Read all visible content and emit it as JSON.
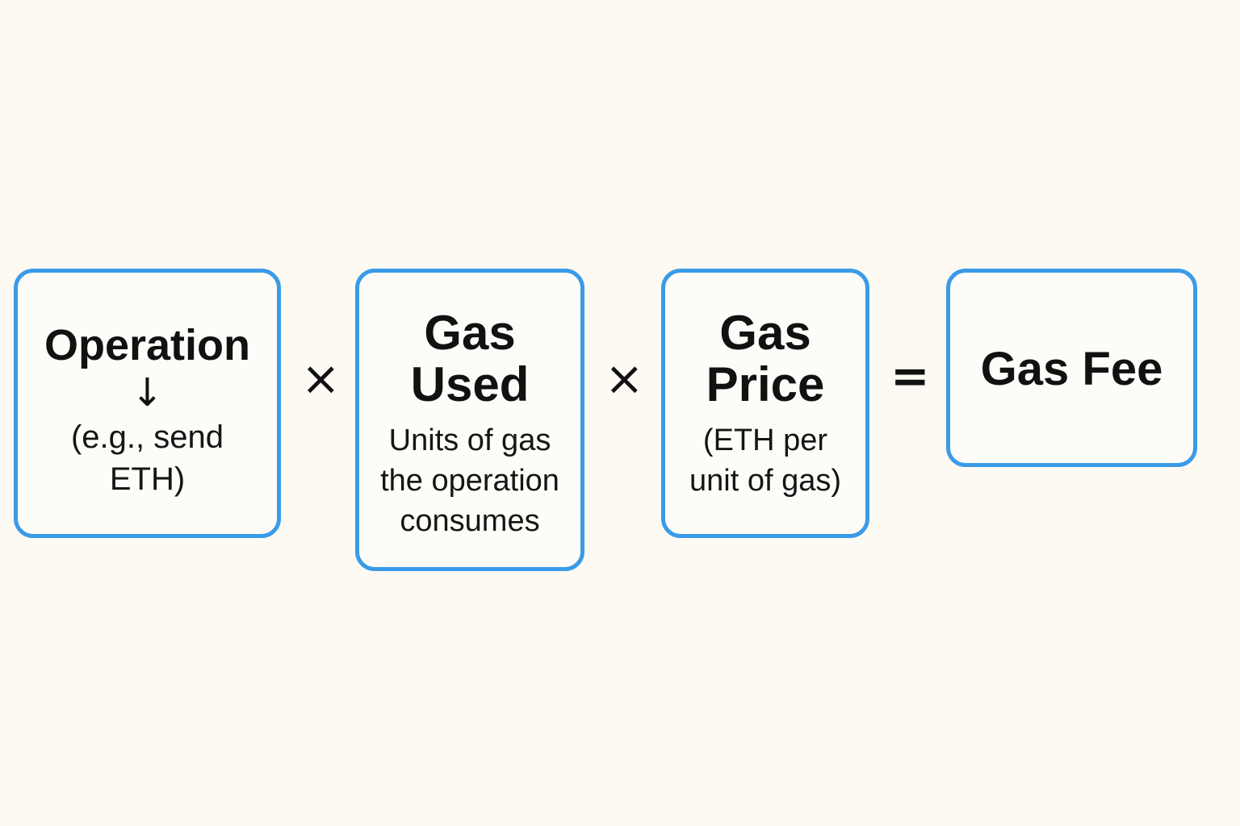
{
  "boxes": {
    "operation": {
      "title": "Operation",
      "arrow": "↓",
      "desc_lines": [
        "(e.g., send",
        "ETH)"
      ]
    },
    "gas_used": {
      "title_lines": [
        "Gas",
        "Used"
      ],
      "desc_lines": [
        "Units of gas",
        "the operation",
        "consumes"
      ]
    },
    "gas_price": {
      "title_lines": [
        "Gas",
        "Price"
      ],
      "desc_lines": [
        "(ETH per",
        "unit of gas)"
      ]
    },
    "gas_fee": {
      "title": "Gas Fee"
    }
  },
  "operators": {
    "times_1": "×",
    "times_2": "×",
    "equals": "="
  },
  "colors": {
    "background": "#fdfaf4",
    "box_border": "#3a9be8",
    "text": "#111111"
  }
}
